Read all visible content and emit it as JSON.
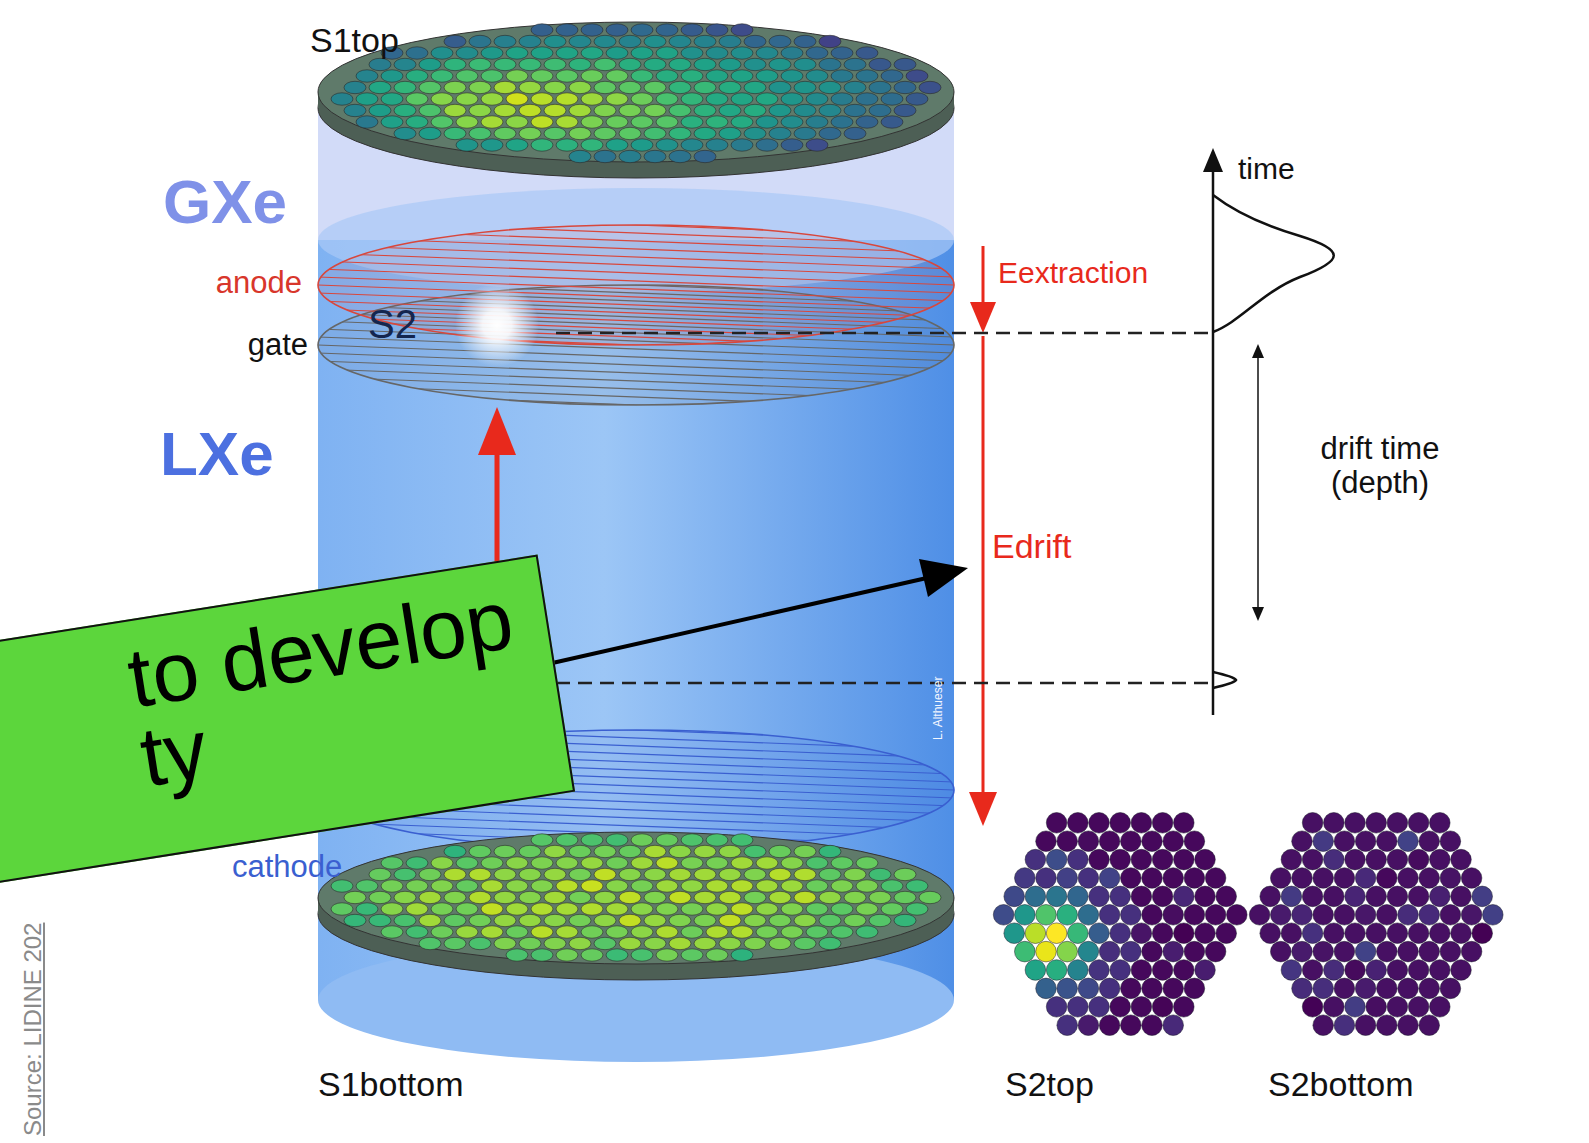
{
  "diagram": {
    "nodes": [
      {
        "text": [
          "to develop ty"
        ]
      }
    ],
    "labels": [
      "S1top",
      "GXe",
      "anode",
      "S2",
      "gate",
      "LXe",
      "cathode",
      "S1bottom",
      "Eextraction",
      "Edrift",
      "time",
      "drift time (depth)",
      "S2top",
      "S2bottom",
      "L. Althueser",
      "Source: LIDINE 202"
    ]
  }
}
